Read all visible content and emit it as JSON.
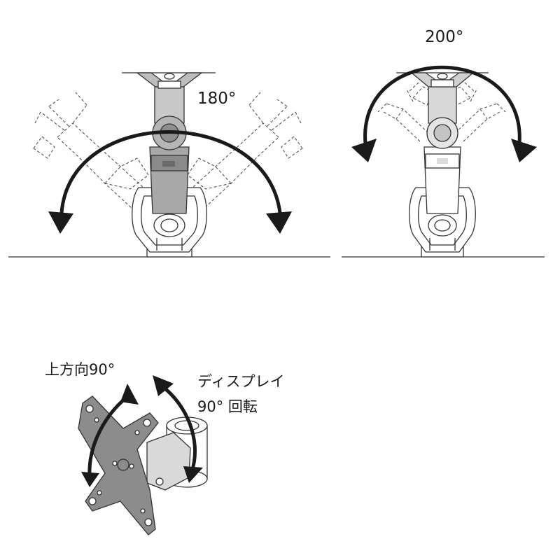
{
  "labels": {
    "swivel_180": "180°",
    "swivel_200": "200°",
    "tilt_up": "上方向90°",
    "display_line1": "ディスプレイ",
    "display_line2": "90°  回転"
  },
  "colors": {
    "line": "#333333",
    "ghost": "#444444",
    "arrow": "#1a1a1a",
    "plate": "#8c8c8c",
    "body_gray": "#a8a8a8",
    "dark_gray": "#8a8a8a"
  },
  "icons": [
    "rotation-arrow-icon",
    "monitor-arm-icon",
    "vesa-plate-icon"
  ]
}
